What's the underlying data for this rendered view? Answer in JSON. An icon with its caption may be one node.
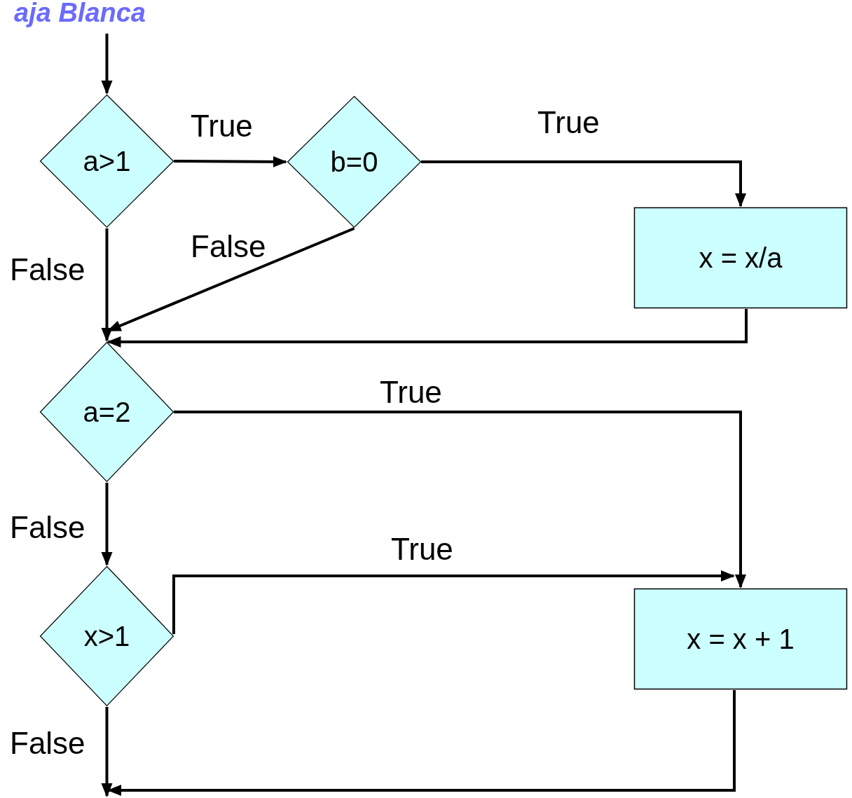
{
  "diagram": {
    "title": "aja Blanca",
    "nodes": [
      {
        "text": [
          "a>1"
        ]
      },
      {
        "text": [
          "b=0"
        ]
      },
      {
        "text": [
          "x = x/a"
        ]
      },
      {
        "text": [
          "a=2"
        ]
      },
      {
        "text": [
          "x>1"
        ]
      },
      {
        "text": [
          "x = x + 1"
        ]
      }
    ],
    "edges": [
      {
        "from": null,
        "to": 0,
        "arrow": "to"
      },
      {
        "from": 0,
        "to": 1,
        "arrow": "to",
        "label": "True"
      },
      {
        "from": 1,
        "to": 2,
        "arrow": "to",
        "label": "True"
      },
      {
        "from": 1,
        "to": 3,
        "arrow": "to",
        "label": "False"
      },
      {
        "from": 0,
        "to": 3,
        "arrow": "to",
        "label": "False"
      },
      {
        "from": 2,
        "to": 3,
        "arrow": "to"
      },
      {
        "from": 3,
        "to": 5,
        "arrow": "to",
        "label": "True"
      },
      {
        "from": 3,
        "to": 4,
        "arrow": "to",
        "label": "False"
      },
      {
        "from": 4,
        "to": 5,
        "arrow": "to",
        "label": "True"
      },
      {
        "from": 4,
        "to": null,
        "arrow": "to",
        "label": "False"
      },
      {
        "from": 5,
        "to": null,
        "arrow": "to"
      }
    ]
  }
}
